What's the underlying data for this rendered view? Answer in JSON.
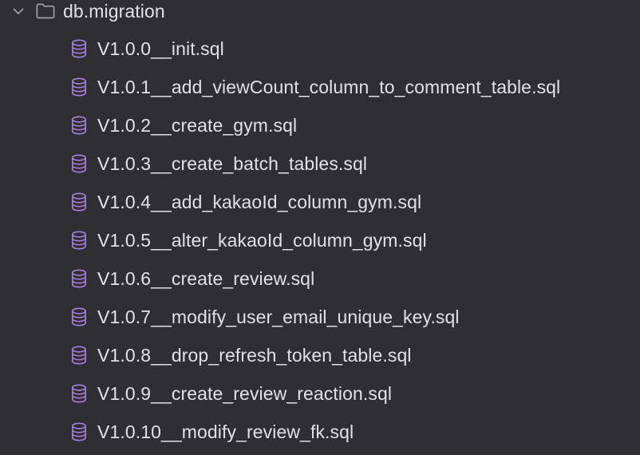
{
  "theme": {
    "background": "#2f2f33",
    "text_color": "#dfe1e5",
    "db_icon_color": "#a87fe0",
    "folder_icon_color": "#9aa0a6",
    "chevron_color": "#9aa0a6"
  },
  "tree": {
    "root": {
      "label": "db.migration",
      "expanded": true,
      "chevron_icon": "chevron-down-icon",
      "folder_icon": "folder-icon"
    },
    "files": [
      {
        "label": "V1.0.0__init.sql",
        "icon": "database-icon"
      },
      {
        "label": "V1.0.1__add_viewCount_column_to_comment_table.sql",
        "icon": "database-icon"
      },
      {
        "label": "V1.0.2__create_gym.sql",
        "icon": "database-icon"
      },
      {
        "label": "V1.0.3__create_batch_tables.sql",
        "icon": "database-icon"
      },
      {
        "label": "V1.0.4__add_kakaoId_column_gym.sql",
        "icon": "database-icon"
      },
      {
        "label": "V1.0.5__alter_kakaoId_column_gym.sql",
        "icon": "database-icon"
      },
      {
        "label": "V1.0.6__create_review.sql",
        "icon": "database-icon"
      },
      {
        "label": "V1.0.7__modify_user_email_unique_key.sql",
        "icon": "database-icon"
      },
      {
        "label": "V1.0.8__drop_refresh_token_table.sql",
        "icon": "database-icon"
      },
      {
        "label": "V1.0.9__create_review_reaction.sql",
        "icon": "database-icon"
      },
      {
        "label": "V1.0.10__modify_review_fk.sql",
        "icon": "database-icon"
      }
    ]
  }
}
